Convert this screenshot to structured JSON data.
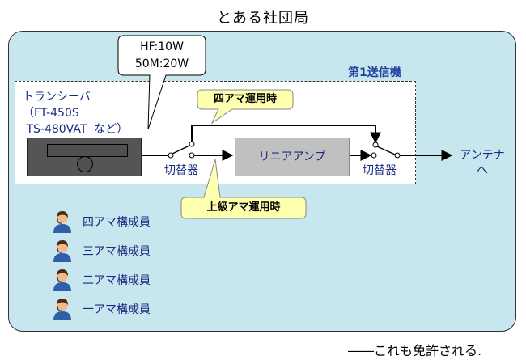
{
  "title": "とある社団局",
  "transmitter_label": "第1送信機",
  "transceiver": {
    "name": "トランシーバ\n（FT-450S\n TS-480VAT  など）"
  },
  "power_callout": "HF:10W\n50M:20W",
  "callout_four": "四アマ運用時",
  "callout_upper": "上級アマ運用時",
  "switch_label": "切替器",
  "amplifier_label": "リニアアンプ",
  "antenna_label": "アンテナ\nへ",
  "members": [
    {
      "label": "四アマ構成員"
    },
    {
      "label": "三アマ構成員"
    },
    {
      "label": "二アマ構成員"
    },
    {
      "label": "一アマ構成員"
    }
  ],
  "footnote": "――これも免許される.",
  "colors": {
    "station_bg": "#c7e6ee",
    "callout_bg": "#ffffb0",
    "label_text": "#1a2a80"
  }
}
